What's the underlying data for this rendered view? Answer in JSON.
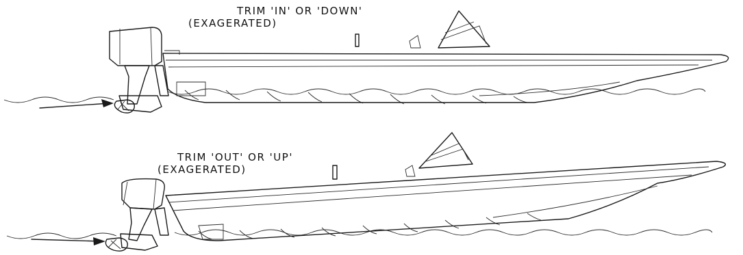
{
  "top_panel": {
    "title": "TRIM 'IN' OR 'DOWN'",
    "subtitle": "(EXAGERATED)"
  },
  "bottom_panel": {
    "title": "TRIM 'OUT' OR 'UP'",
    "subtitle": "(EXAGERATED)"
  },
  "colors": {
    "ink": "#1a1a1a",
    "background": "#ffffff"
  }
}
